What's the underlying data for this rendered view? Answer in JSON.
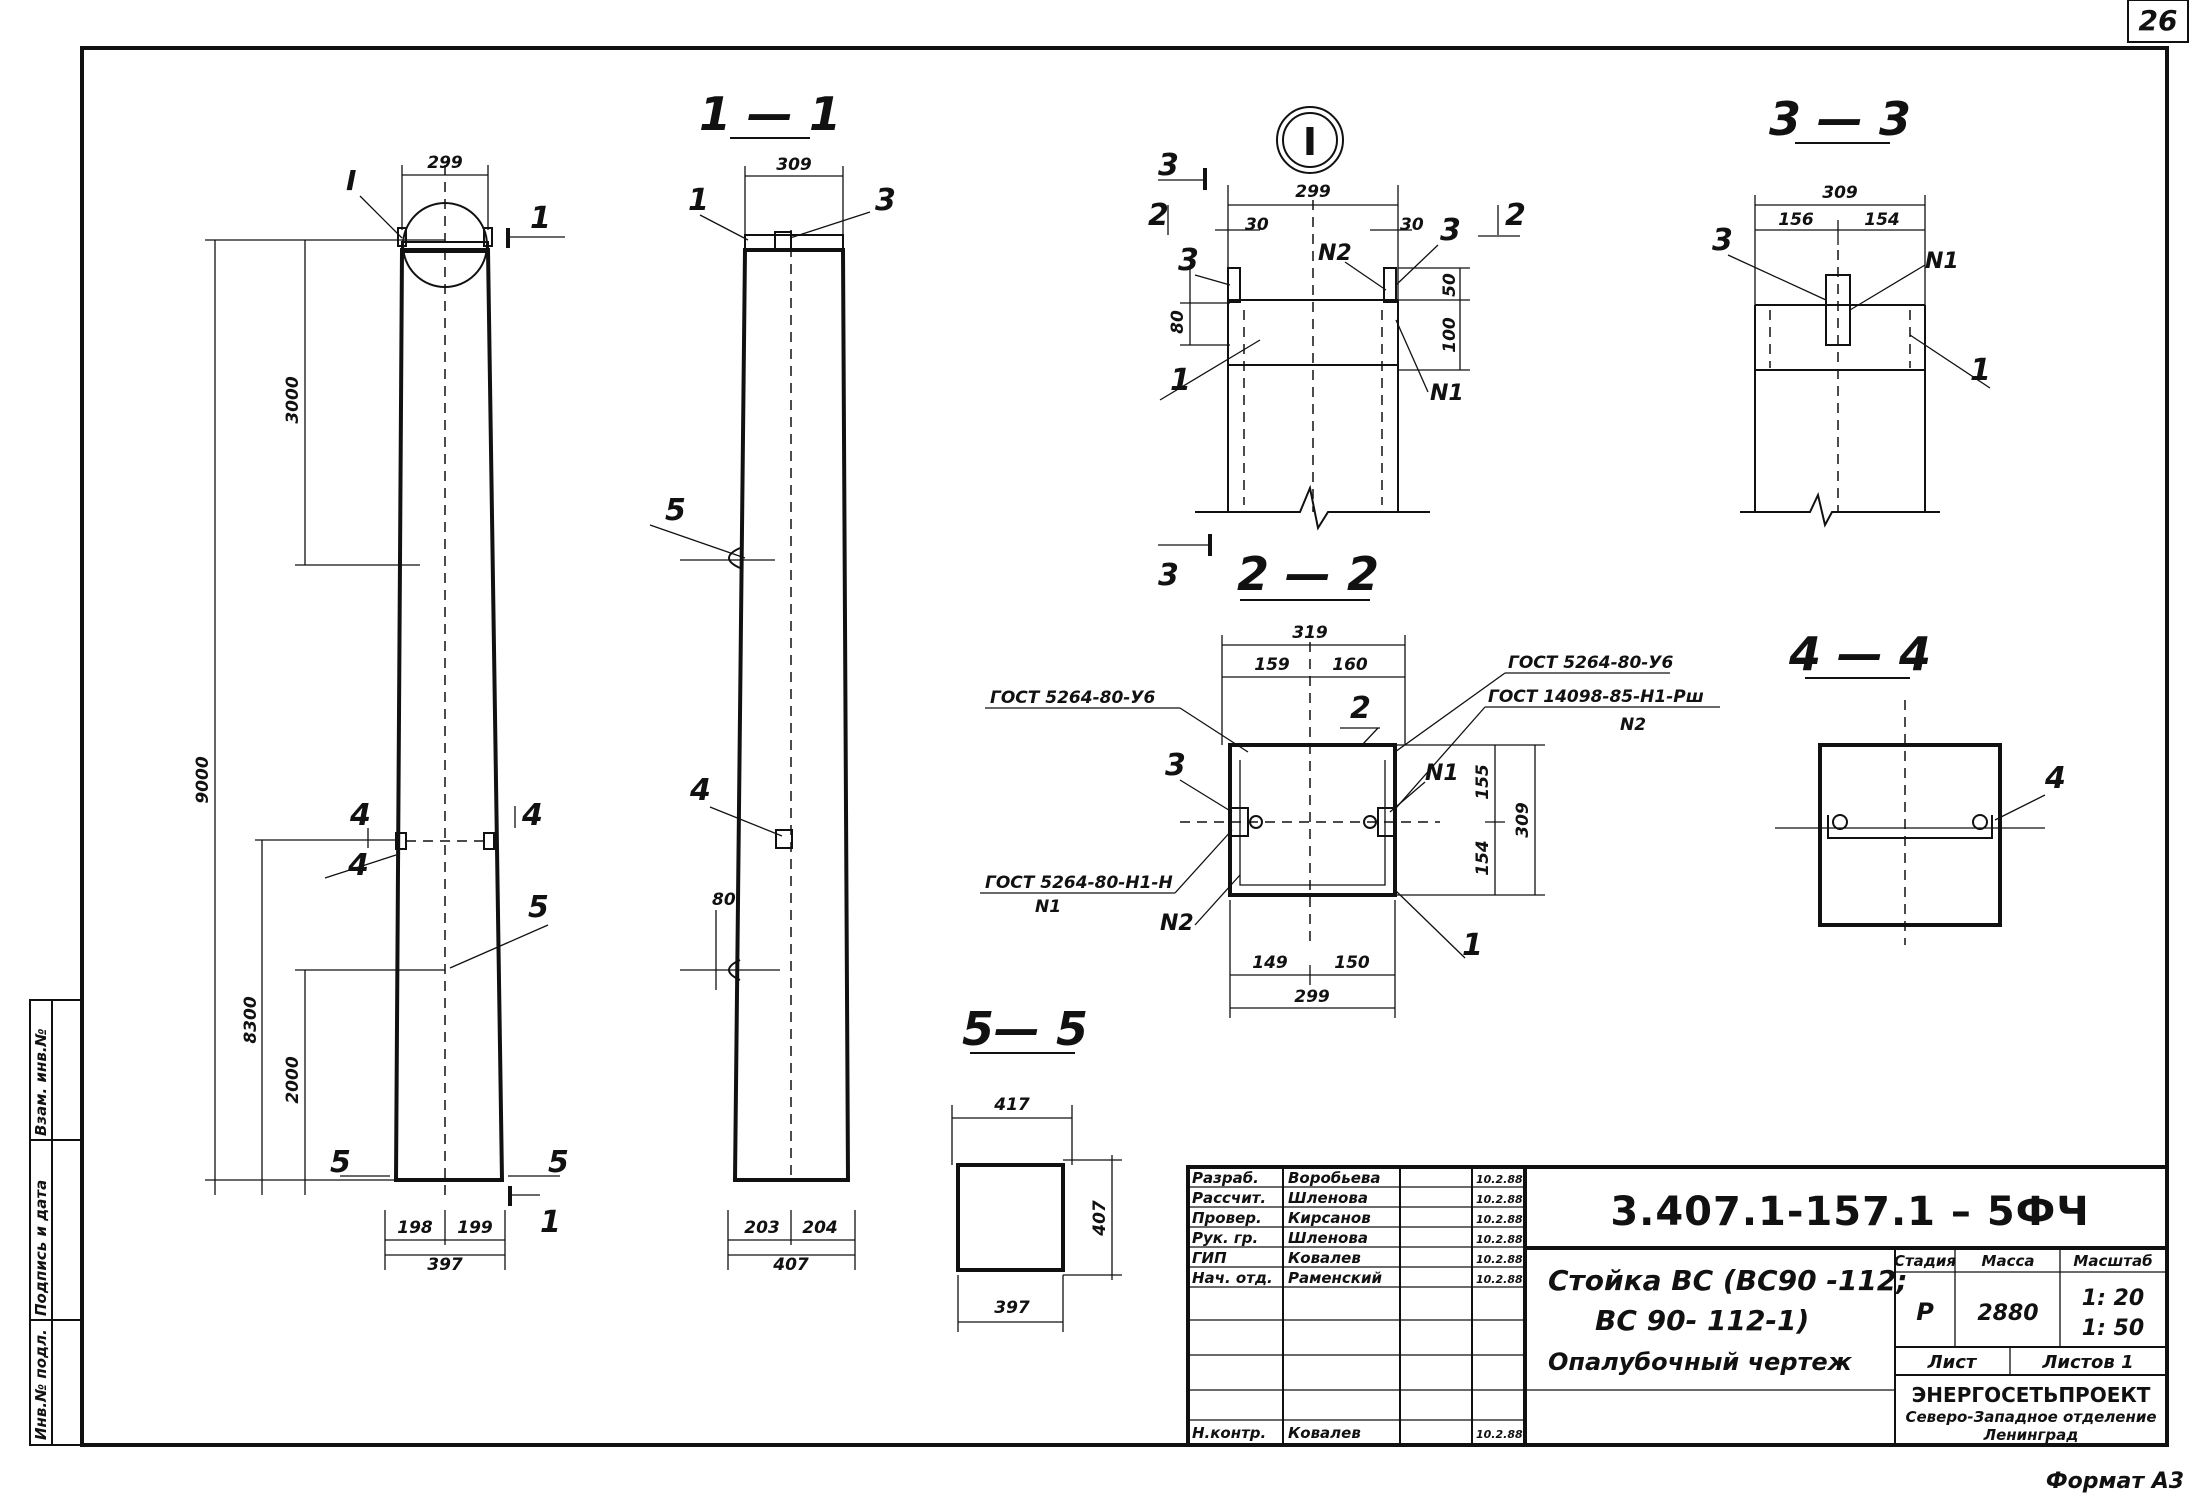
{
  "sheet_number": "26",
  "format": "Формат А3",
  "stamp": {
    "doc_code": "3.407.1-157.1 – 5ФЧ",
    "title_line1": "Стойка ВС (ВС90 -112;",
    "title_line2": "ВС 90- 112-1)",
    "title_line3": "Опалубочный чертеж",
    "stage_label": "Стадия",
    "mass_label": "Масса",
    "scale_label": "Масштаб",
    "stage": "Р",
    "mass": "2880",
    "scale1": "1: 20",
    "scale2": "1: 50",
    "sheet_label": "Лист",
    "sheets_label": "Листов 1",
    "org": "ЭНЕРГОСЕТЬПРОЕКТ",
    "org_sub1": "Северо-Западное отделение",
    "org_sub2": "Ленинград",
    "rows": [
      {
        "role": "Разраб.",
        "name": "Воробьева",
        "date": "10.2.88"
      },
      {
        "role": "Рассчит.",
        "name": "Шленова",
        "date": "10.2.88"
      },
      {
        "role": "Провер.",
        "name": "Кирсанов",
        "date": "10.2.88"
      },
      {
        "role": "Рук. гр.",
        "name": "Шленова",
        "date": "10.2.88"
      },
      {
        "role": "ГИП",
        "name": "Ковалев",
        "date": "10.2.88"
      },
      {
        "role": "Нач. отд.",
        "name": "Раменский",
        "date": "10.2.88"
      }
    ],
    "nkontr_role": "Н.контр.",
    "nkontr_name": "Ковалев",
    "nkontr_date": "10.2.88"
  },
  "side_stamp": [
    "Инв.№ подл.",
    "Подпись и дата",
    "Взам. инв.№"
  ],
  "sections": {
    "s11": "1 — 1",
    "s22": "2 — 2",
    "s33": "3 — 3",
    "s44": "4 — 4",
    "s55": "5— 5",
    "nodeI": "I"
  },
  "dims": {
    "elev_top": "299",
    "elev_h_total": "9000",
    "elev_h_3000": "3000",
    "elev_h_8300": "8300",
    "elev_h_2000": "2000",
    "elev_b1": "198",
    "elev_b2": "199",
    "elev_b_total": "397",
    "s11_top": "309",
    "s11_b1": "203",
    "s11_b2": "204",
    "s11_b_total": "407",
    "s11_80": "80",
    "nI_299": "299",
    "nI_30a": "30",
    "nI_30b": "30",
    "nI_80": "80",
    "nI_50": "50",
    "nI_100": "100",
    "s33_309": "309",
    "s33_156": "156",
    "s33_154": "154",
    "s22_319": "319",
    "s22_159": "159",
    "s22_160": "160",
    "s22_155": "155",
    "s22_154": "154",
    "s22_309": "309",
    "s22_149": "149",
    "s22_150": "150",
    "s22_299": "299",
    "s55_417": "417",
    "s55_407": "407",
    "s55_397": "397"
  },
  "marks": {
    "m1": "1",
    "m2": "2",
    "m3": "3",
    "m4": "4",
    "m5": "5",
    "mI": "I",
    "n1": "N1",
    "n2": "N2"
  },
  "notes": {
    "gost_left": "ГОСТ 5264-80-У6",
    "gost_right1": "ГОСТ 5264-80-У6",
    "gost_right2": "ГОСТ 14098-85-Н1-Рш",
    "gost_right2_n": "N2",
    "gost_low": "ГОСТ 5264-80-Н1-Н",
    "gost_low_n": "N1"
  }
}
